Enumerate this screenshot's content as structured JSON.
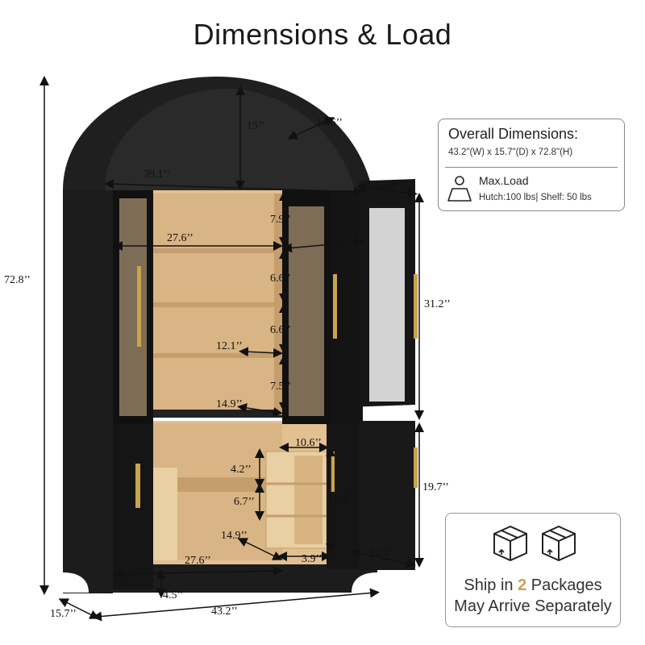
{
  "title": "Dimensions & Load",
  "dimensions": {
    "total_height": "72.8’’",
    "depth": "15.7’’",
    "width": "43.2’’",
    "arch_height": "15’’",
    "arch_depth": "14.6’’",
    "top_width": "39.1’’",
    "top_depth": "12.9’’",
    "upper_left_width": "27.6’’",
    "upper_right_width": "14’’",
    "shelf_gap_1": "7.9’’",
    "shelf_gap_2": "6.6’’",
    "shelf_gap_3": "6.6’’",
    "shelf_gap_4": "7.5’’",
    "shelf_depth": "12.1’’",
    "upper_depth": "14.9’’",
    "hutch_height": "31.2’’",
    "base_height": "19.7’’",
    "rack_width": "10.6’’",
    "rack_slot_1": "4.2’’",
    "rack_slot_2": "6.7’’",
    "rack_height": "11.8’’",
    "lower_depth": "14.9’’",
    "lower_left_width": "27.6’’",
    "rack_depth": "3.9’’",
    "lower_right_depth": "12.9’’",
    "leg_height": "4.5’’"
  },
  "info": {
    "title": "Overall Dimensions:",
    "dims": "43.2\"(W) x 15.7\"(D) x 72.8\"(H)",
    "load_title": "Max.Load",
    "load_values": "Hutch:100 lbs| Shelf: 50 lbs"
  },
  "shipping": {
    "prefix": "Ship in ",
    "count": "2",
    "suffix": " Packages",
    "line2": "May Arrive Separately"
  },
  "colors": {
    "cabinet": "#1c1c1c",
    "wood": "#e2c092",
    "accent": "#c9a34d"
  }
}
